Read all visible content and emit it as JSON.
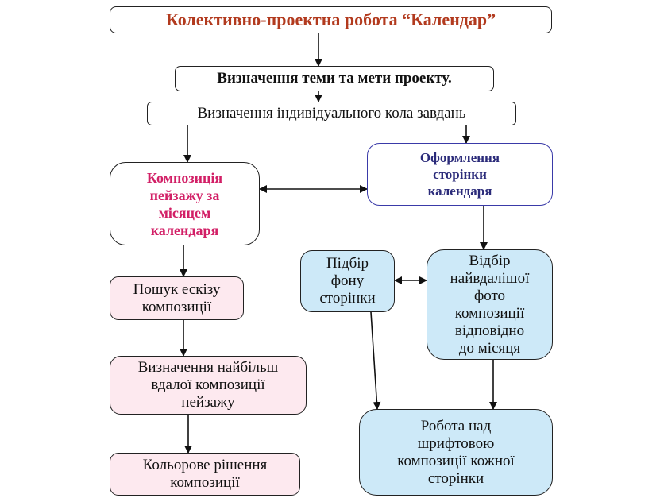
{
  "diagram": {
    "title": "Колективно-проектна робота “Календар”",
    "nodes": {
      "goal": {
        "lines": [
          "Визначення теми та мети проекту."
        ]
      },
      "tasks": {
        "lines": [
          "Визначення індивідуального кола завдань"
        ]
      },
      "composition": {
        "lines": [
          "Композиція",
          "пейзажу за",
          "місяцем",
          "календаря"
        ]
      },
      "page_design": {
        "lines": [
          "Оформлення",
          "сторінки",
          "календаря"
        ]
      },
      "sketch_search": {
        "lines": [
          "Пошук ескізу",
          "композиції"
        ]
      },
      "best_composition": {
        "lines": [
          "Визначення найбільш",
          "вдалої композиції",
          "пейзажу"
        ]
      },
      "color_solution": {
        "lines": [
          "Кольорове рішення",
          "композиції"
        ]
      },
      "background_selection": {
        "lines": [
          "Підбір",
          "фону",
          "сторінки"
        ]
      },
      "photo_selection": {
        "lines": [
          "Відбір",
          "найвдалішої",
          "фото",
          "композиції",
          "відповідно",
          "до місяця"
        ]
      },
      "font_work": {
        "lines": [
          "Робота над",
          "шрифтовою",
          "композиції кожної",
          "сторінки"
        ]
      }
    },
    "edges": [
      {
        "from": "title",
        "to": "goal",
        "type": "arrow"
      },
      {
        "from": "goal",
        "to": "tasks",
        "type": "arrow"
      },
      {
        "from": "tasks",
        "to": "composition",
        "type": "arrow"
      },
      {
        "from": "tasks",
        "to": "page_design",
        "type": "arrow"
      },
      {
        "from": "composition",
        "to": "page_design",
        "type": "bidirectional"
      },
      {
        "from": "composition",
        "to": "sketch_search",
        "type": "arrow"
      },
      {
        "from": "sketch_search",
        "to": "best_composition",
        "type": "arrow"
      },
      {
        "from": "best_composition",
        "to": "color_solution",
        "type": "arrow"
      },
      {
        "from": "page_design",
        "to": "photo_selection",
        "type": "arrow"
      },
      {
        "from": "background_selection",
        "to": "photo_selection",
        "type": "bidirectional"
      },
      {
        "from": "background_selection",
        "to": "font_work",
        "type": "arrow"
      },
      {
        "from": "photo_selection",
        "to": "font_work",
        "type": "arrow"
      }
    ],
    "colors": {
      "title_text": "#b23a1e",
      "composition_text": "#d21f66",
      "page_design_text": "#2b2b7a",
      "page_design_border": "#3a3aa8",
      "pink_fill": "#fde9ef",
      "blue_fill": "#cde9f8"
    }
  }
}
